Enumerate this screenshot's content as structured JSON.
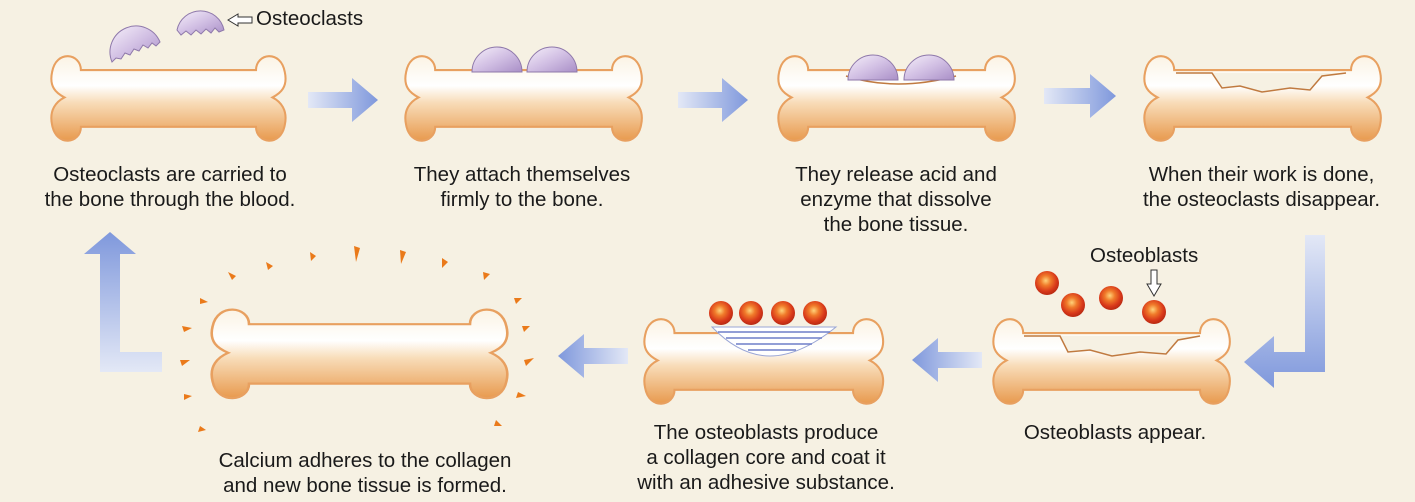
{
  "labels": {
    "osteoclasts": "Osteoclasts",
    "osteoblasts": "Osteoblasts"
  },
  "steps": [
    {
      "lines": [
        "Osteoclasts are carried to",
        "the bone through the blood."
      ]
    },
    {
      "lines": [
        "They attach themselves",
        "firmly to the bone."
      ]
    },
    {
      "lines": [
        "They release acid and",
        "enzyme that dissolve",
        "the bone tissue."
      ]
    },
    {
      "lines": [
        "When their work is done,",
        "the osteoclasts disappear."
      ]
    },
    {
      "lines": [
        "Osteoblasts appear."
      ]
    },
    {
      "lines": [
        "The osteoblasts produce",
        "a collagen core and coat it",
        "with an adhesive substance."
      ]
    },
    {
      "lines": [
        "Calcium adheres to the collagen",
        "and new bone tissue is formed."
      ]
    }
  ],
  "colors": {
    "background": "#f6f1e3",
    "bone_light": "#ffffff",
    "bone_dark": "#eaa35a",
    "arrow": "#8fa6e0",
    "osteoclast": "#cdb8e0",
    "osteoblast": "#e0481b",
    "ray": "#ea7a1a"
  }
}
